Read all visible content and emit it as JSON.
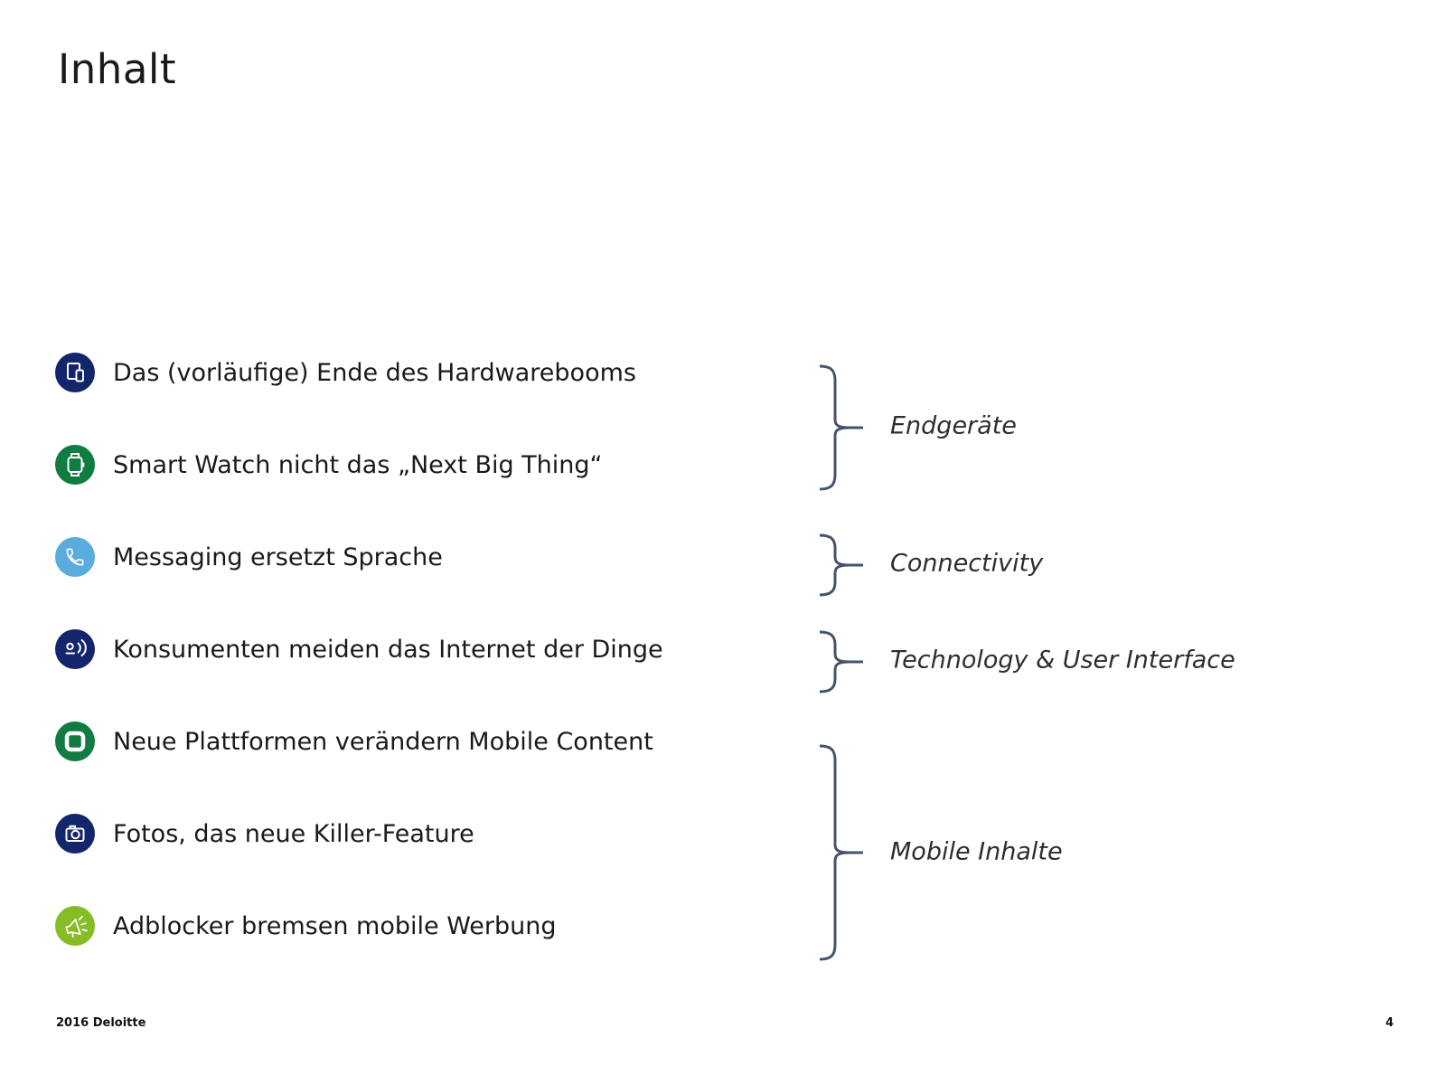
{
  "slide": {
    "title": "Inhalt",
    "items": [
      {
        "label": "Das (vorläufige) Ende des Hardwarebooms",
        "icon": "tablet-phone-icon",
        "color": "#13266B"
      },
      {
        "label": "Smart Watch nicht das „Next Big Thing“",
        "icon": "smartwatch-icon",
        "color": "#107C41"
      },
      {
        "label": "Messaging ersetzt Sprache",
        "icon": "phone-handset-icon",
        "color": "#5BACDE"
      },
      {
        "label": "Konsumenten meiden das Internet der Dinge",
        "icon": "voice-waves-icon",
        "color": "#13266B"
      },
      {
        "label": "Neue Plattformen verändern Mobile Content",
        "icon": "platform-screen-icon",
        "color": "#107C41"
      },
      {
        "label": "Fotos, das neue Killer-Feature",
        "icon": "camera-icon",
        "color": "#13266B"
      },
      {
        "label": "Adblocker bremsen mobile Werbung",
        "icon": "megaphone-icon",
        "color": "#86BC25"
      }
    ],
    "groups": [
      {
        "label": "Endgeräte"
      },
      {
        "label": "Connectivity"
      },
      {
        "label": "Technology & User Interface"
      },
      {
        "label": "Mobile Inhalte"
      }
    ],
    "footer": {
      "left": "2016 Deloitte",
      "page_number": "4"
    },
    "colors": {
      "bracket": "#44546A"
    }
  }
}
